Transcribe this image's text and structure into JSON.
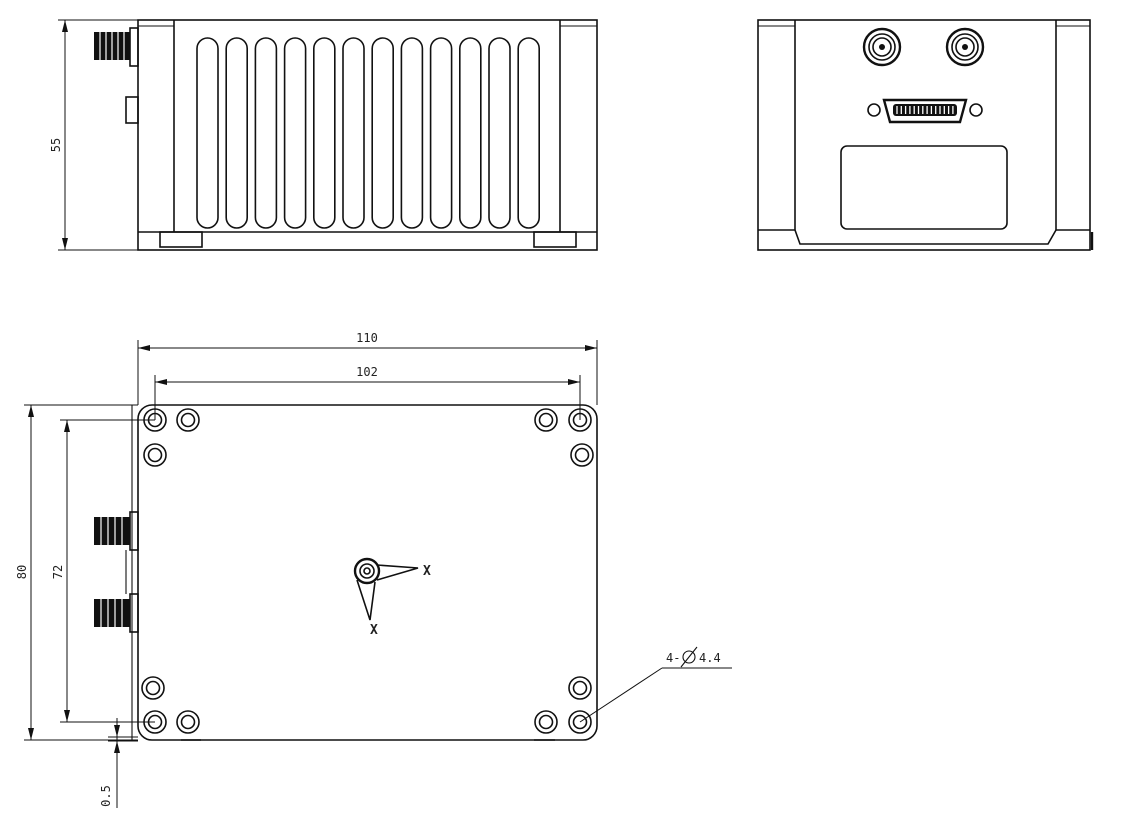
{
  "dimensions": {
    "height_side": "55",
    "overall_width": "110",
    "hole_spacing_x": "102",
    "overall_depth": "80",
    "hole_spacing_y": "72",
    "offset": "0.5",
    "hole_callout_count": "4-",
    "hole_callout_diameter": "4.4"
  },
  "axis_labels": {
    "horizontal": "X",
    "vertical": "X"
  },
  "colors": {
    "line": "#111111",
    "background": "#ffffff"
  }
}
